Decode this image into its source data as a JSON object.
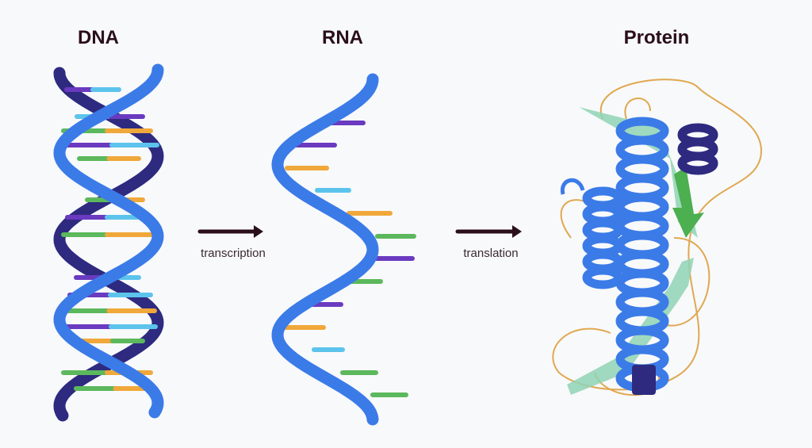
{
  "titles": {
    "dna": "DNA",
    "rna": "RNA",
    "protein": "Protein"
  },
  "steps": {
    "transcription": "transcription",
    "translation": "translation"
  },
  "colors": {
    "background": "#f8f9fb",
    "title": "#2a0f1a",
    "arrow": "#2a0f1a",
    "strand_front": "#3b7be8",
    "strand_back": "#2e2a80",
    "purple": "#6a3ac0",
    "cyan": "#5cc4ec",
    "green": "#5cb85c",
    "orange": "#f0a83a",
    "loop": "#e0a850",
    "sheet_light": "#8fd4b4",
    "sheet_dark": "#4caf50"
  }
}
